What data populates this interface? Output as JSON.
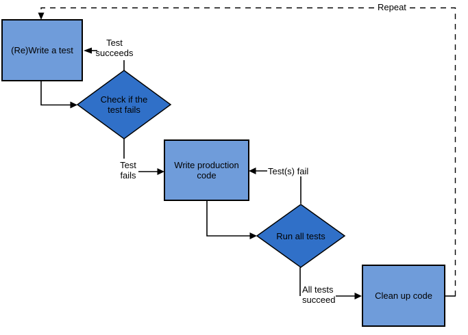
{
  "colors": {
    "background": "#FFFFFF",
    "process_fill": "#6F9CDA",
    "decision_fill": "#3070C8",
    "outline": "#000000",
    "connector": "#000000",
    "text": "#000000"
  },
  "nodes": {
    "write_test": {
      "shape": "rectangle",
      "label": "(Re)Write a test"
    },
    "check_test_fails": {
      "shape": "diamond",
      "label": "Check if the test fails"
    },
    "write_production_code": {
      "shape": "rectangle",
      "label": "Write production code"
    },
    "run_all_tests": {
      "shape": "diamond",
      "label": "Run all tests"
    },
    "clean_up_code": {
      "shape": "rectangle",
      "label": "Clean up code"
    }
  },
  "edges": [
    {
      "from": "write_test",
      "to": "check_test_fails",
      "label": "",
      "style": "solid"
    },
    {
      "from": "check_test_fails",
      "to": "write_test",
      "label": "Test succeeds",
      "style": "solid"
    },
    {
      "from": "check_test_fails",
      "to": "write_production_code",
      "label": "Test fails",
      "style": "solid"
    },
    {
      "from": "run_all_tests",
      "to": "write_production_code",
      "label": "Test(s) fail",
      "style": "solid"
    },
    {
      "from": "write_production_code",
      "to": "run_all_tests",
      "label": "",
      "style": "solid"
    },
    {
      "from": "run_all_tests",
      "to": "clean_up_code",
      "label": "All tests succeed",
      "style": "solid"
    },
    {
      "from": "clean_up_code",
      "to": "write_test",
      "label": "Repeat",
      "style": "dashed"
    }
  ]
}
